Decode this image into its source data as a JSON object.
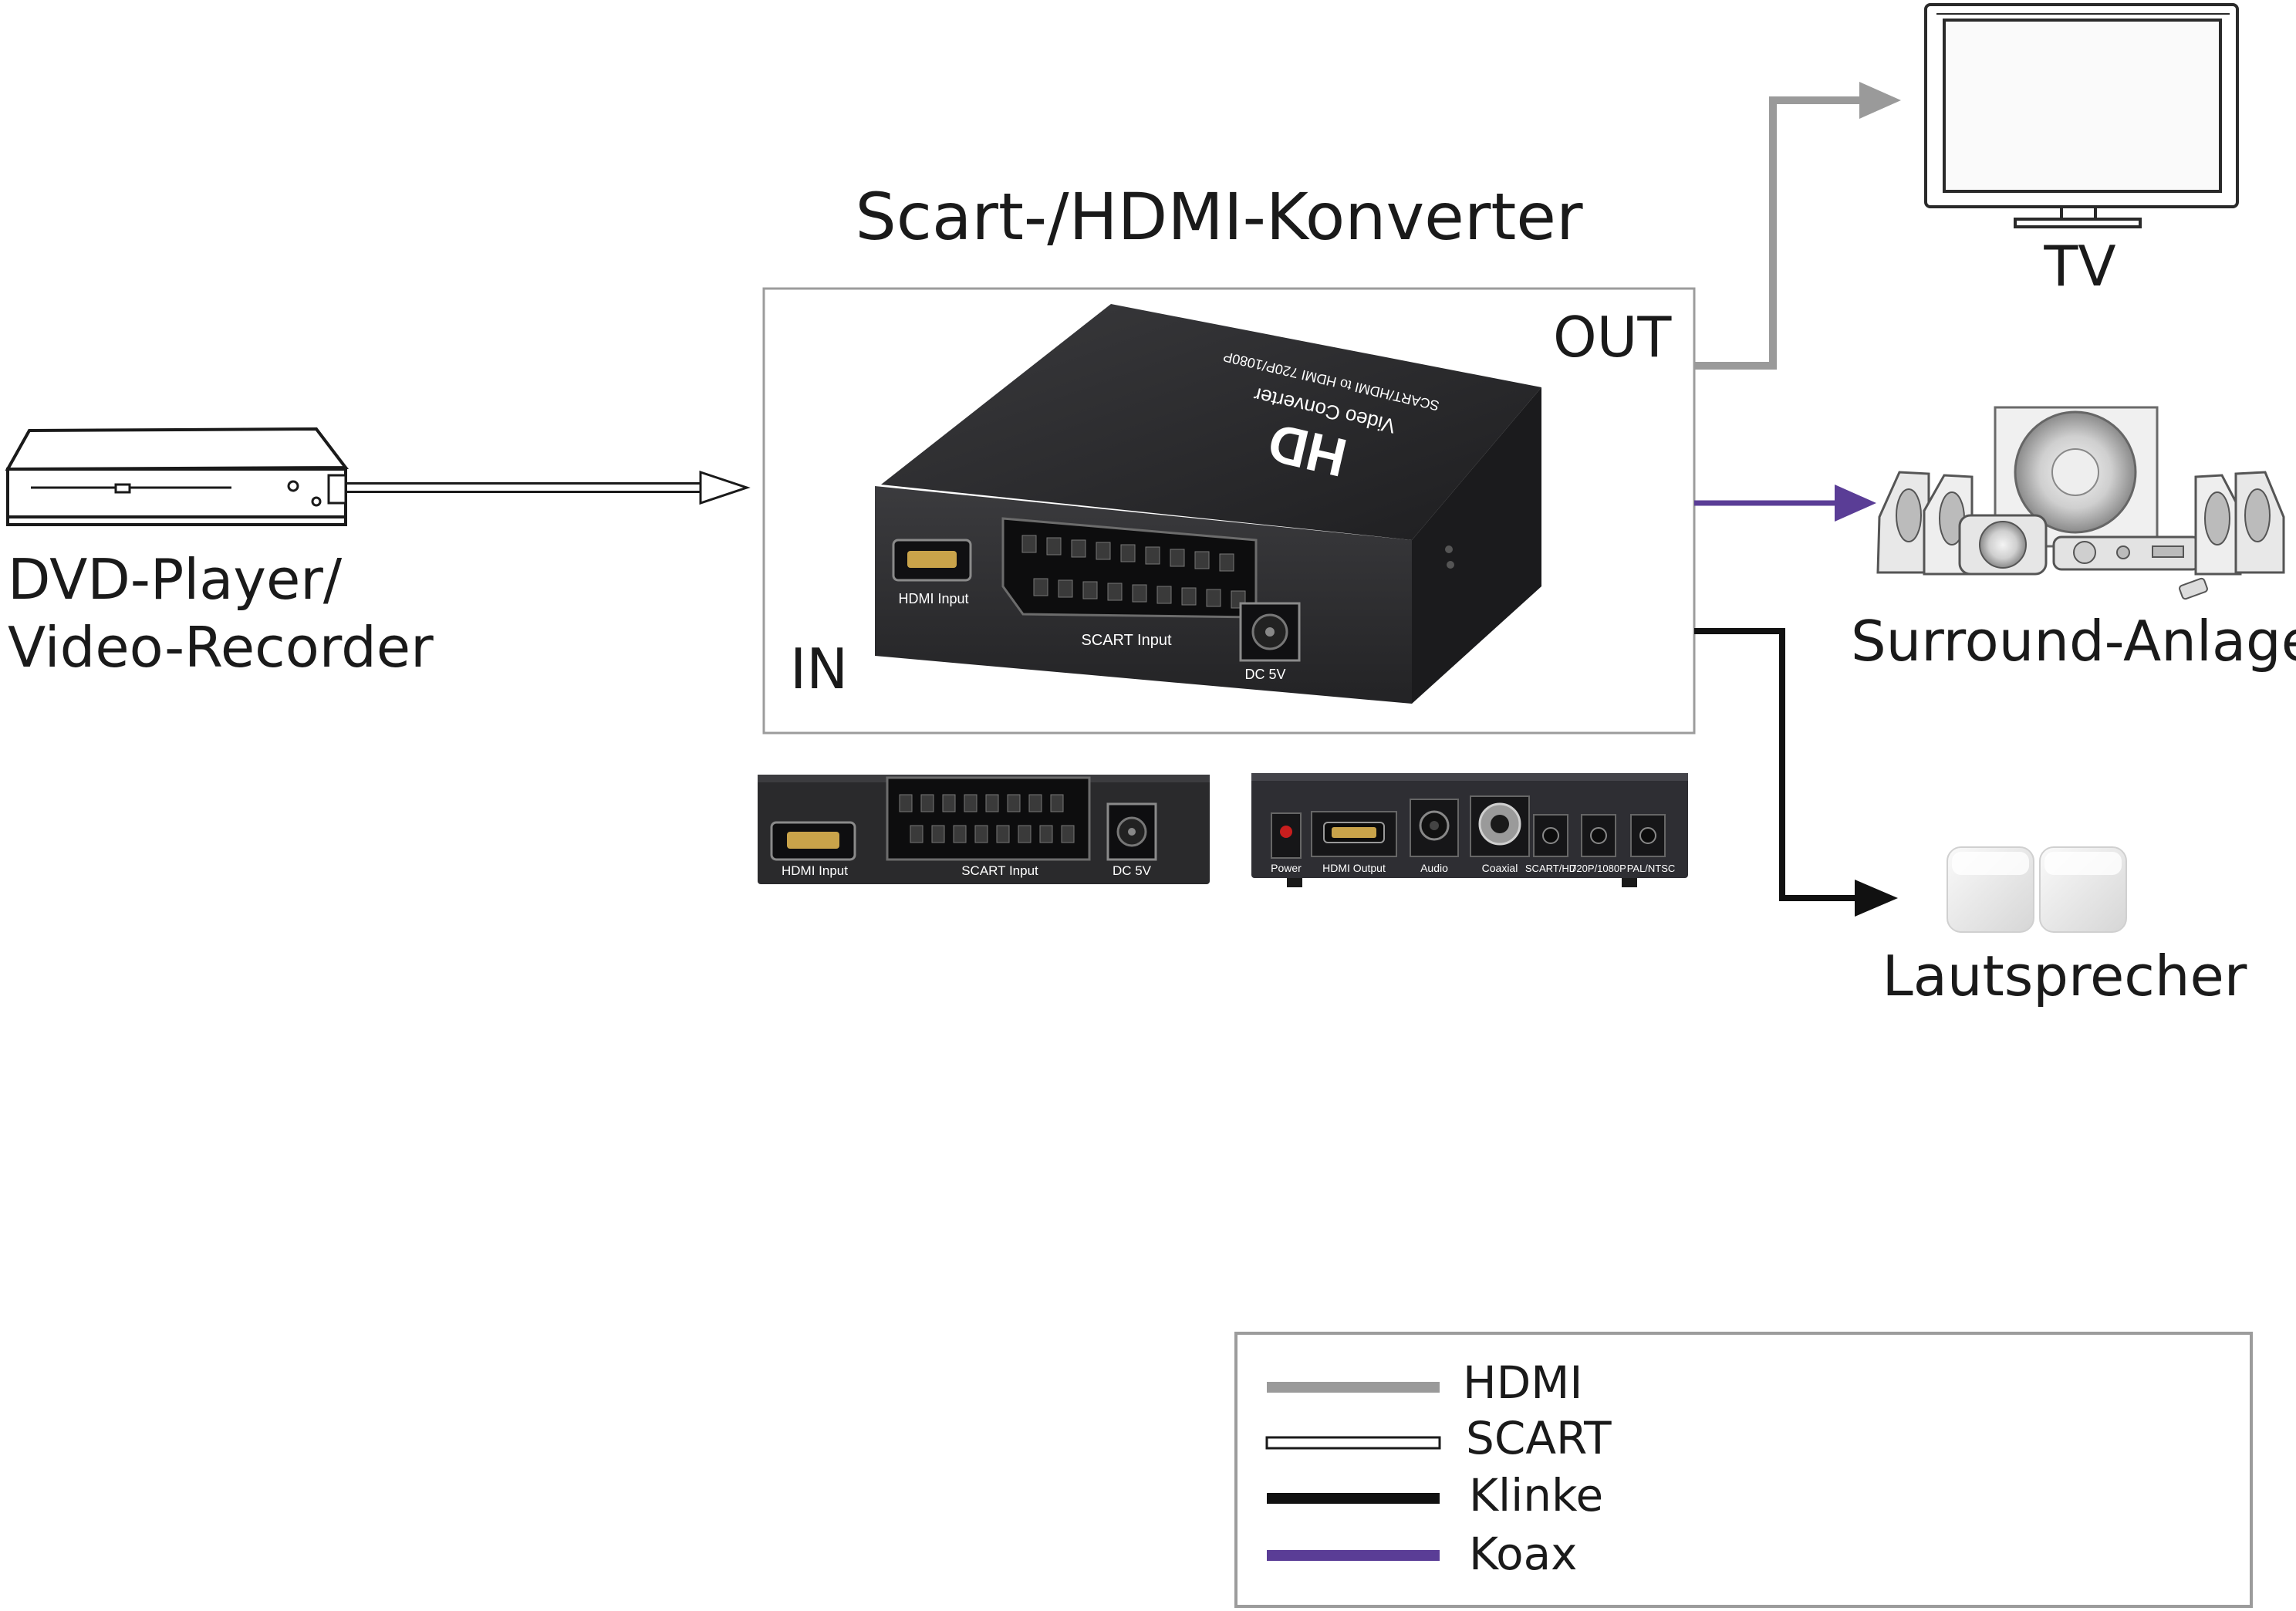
{
  "title": "Scart-/HDMI-Konverter",
  "labels": {
    "out": "OUT",
    "in": "IN",
    "source_line1": "DVD-Player/",
    "source_line2": "Video-Recorder",
    "tv": "TV",
    "surround": "Surround-Anlage",
    "speakers": "Lautsprecher"
  },
  "device_top": {
    "brand": "HD",
    "name": "Video Converter",
    "subtitle": "SCART/HDMI to HDMI 720P/1080P",
    "ports": [
      "HDMI Input",
      "SCART Input",
      "DC 5V"
    ]
  },
  "panel_front": {
    "ports": [
      "HDMI Input",
      "SCART Input",
      "DC 5V"
    ]
  },
  "panel_back": {
    "ports": [
      "Power",
      "HDMI Output",
      "Audio",
      "Coaxial",
      "SCART/HD",
      "720P/1080P",
      "PAL/NTSC"
    ]
  },
  "legend": {
    "items": [
      {
        "label": "HDMI",
        "color": "#9a9a9a",
        "style": "solid"
      },
      {
        "label": "SCART",
        "color": "#ffffff",
        "style": "outline"
      },
      {
        "label": "Klinke",
        "color": "#111111",
        "style": "solid"
      },
      {
        "label": "Koax",
        "color": "#5a3d96",
        "style": "solid"
      }
    ]
  },
  "colors": {
    "hdmi": "#9a9a9a",
    "klinke": "#111111",
    "koax": "#5a3d96",
    "device": "#2b2b2d"
  }
}
